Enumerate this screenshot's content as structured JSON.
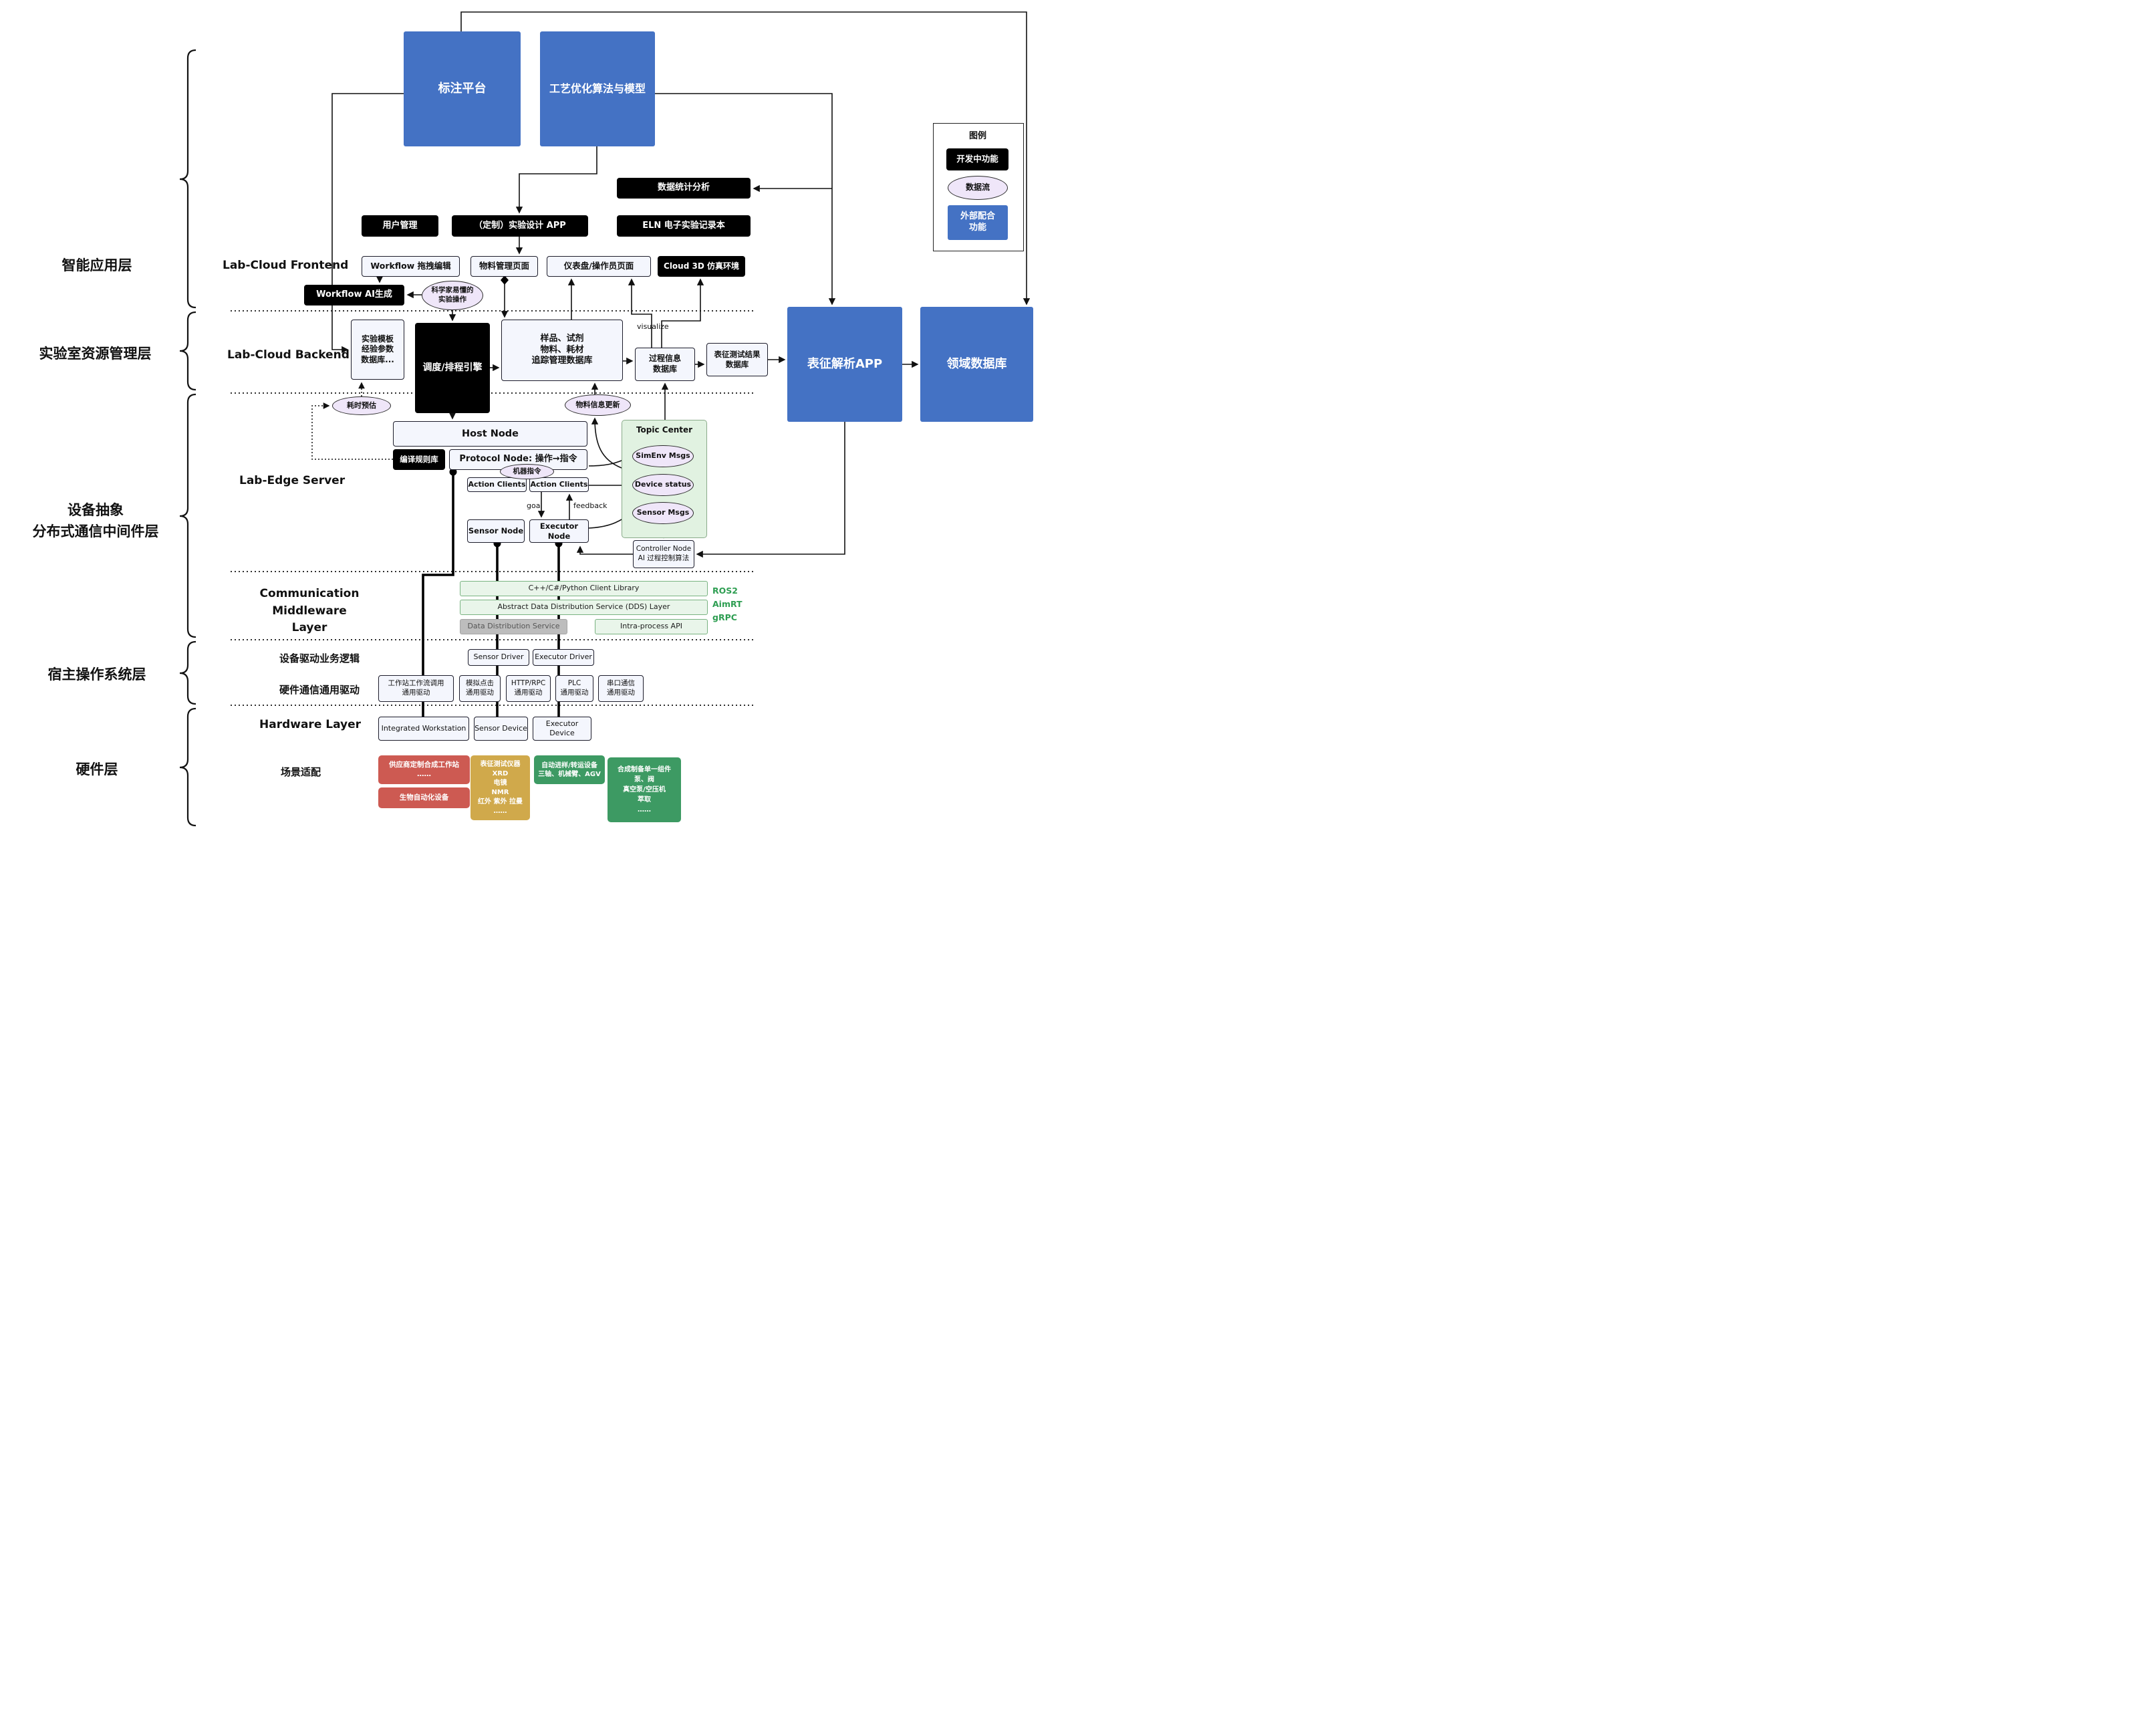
{
  "top": {
    "annotation_platform": "标注平台",
    "process_model": "工艺优化算法与模型"
  },
  "apps": {
    "data_stats": "数据统计分析",
    "user_mgmt": "用户管理",
    "custom_design_app": "（定制）实验设计 APP",
    "eln": "ELN 电子实验记录本"
  },
  "frontend": {
    "workflow_edit": "Workflow 拖拽编辑",
    "material_page": "物料管理页面",
    "dashboard_page": "仪表盘/操作员页面",
    "cloud_3d": "Cloud 3D 仿真环境",
    "workflow_ai": "Workflow AI生成",
    "sci_ops": "科学家易懂的\n实验操作"
  },
  "backend": {
    "template_db": "实验模板\n经验参数\n数据库...",
    "scheduler": "调度/排程引擎",
    "sample_db": "样品、试剂\n物料、耗材\n追踪管理数据库",
    "process_db": "过程信息\n数据库",
    "result_db": "表征测试结果\n数据库",
    "charact_app": "表征解析APP",
    "domain_db": "领域数据库",
    "visualize": "visualize",
    "time_est": "耗时预估",
    "material_update": "物料信息更新"
  },
  "edge": {
    "host_node": "Host Node",
    "compile_rules": "编译规则库",
    "protocol_node": "Protocol Node: 操作→指令",
    "machine_instr": "机器指令",
    "action_clients_left": "Action Clients",
    "action_clients_right": "Action Clients",
    "goal": "goal",
    "feedback": "feedback",
    "sensor_node": "Sensor Node",
    "executor_node": "Executor Node",
    "controller_node": "Controller Node\nAI 过程控制算法",
    "topic_center": "Topic Center",
    "simenv_msgs": "SimEnv Msgs",
    "device_status": "Device status",
    "sensor_msgs": "Sensor Msgs"
  },
  "middleware": {
    "client_lib": "C++/C#/Python Client Library",
    "dds_layer": "Abstract Data Distribution Service (DDS) Layer",
    "dds_service": "Data Distribution Service",
    "intra_api": "Intra-process API",
    "protocols": "ROS2\nAimRT\ngRPC"
  },
  "hostos": {
    "sensor_driver": "Sensor Driver",
    "executor_driver": "Executor Driver",
    "drv_ws": "工作站工作流调用\n通用驱动",
    "drv_click": "模拟点击\n通用驱动",
    "drv_http": "HTTP/RPC\n通用驱动",
    "drv_plc": "PLC\n通用驱动",
    "drv_serial": "串口通信\n通用驱动"
  },
  "hardware": {
    "integrated_ws": "Integrated Workstation",
    "sensor_device": "Sensor Device",
    "executor_device": "Executor Device"
  },
  "scene": {
    "vendor_ws": "供应商定制合成工作站\n……",
    "bio_auto": "生物自动化设备",
    "charact_instr": "表征测试仪器\nXRD\n电镜\nNMR\n红外 紫外 拉曼\n……",
    "transfer_dev": "自动进样/转运设备\n三轴、机械臂、AGV",
    "synth_comp": "合成制备单一组件\n泵、阀\n真空泵/空压机\n萃取\n……"
  },
  "sections": {
    "frontend": "Lab-Cloud Frontend",
    "backend": "Lab-Cloud Backend",
    "edge": "Lab-Edge Server",
    "comm": "Communication\nMiddleware Layer",
    "drv_logic": "设备驱动业务逻辑",
    "hw_comm": "硬件通信通用驱动",
    "hardware": "Hardware Layer",
    "scene": "场景适配"
  },
  "layers": {
    "app": "智能应用层",
    "resource": "实验室资源管理层",
    "device": "设备抽象\n分布式通信中间件层",
    "host": "宿主操作系统层",
    "hw": "硬件层"
  },
  "legend": {
    "title": "图例",
    "developing": "开发中功能",
    "dataflow": "数据流",
    "external": "外部配合\n功能"
  },
  "colors": {
    "blue": "#4472c4",
    "black": "#000000",
    "purple": "#efe6f9",
    "green_panel": "#e1f2e1",
    "green_row": "#e9f5ea",
    "red": "#cd5a52",
    "gold": "#d0a94b",
    "green": "#3d9a63",
    "gray": "#bdbdbd",
    "protocol_text": "#2e9e52"
  }
}
